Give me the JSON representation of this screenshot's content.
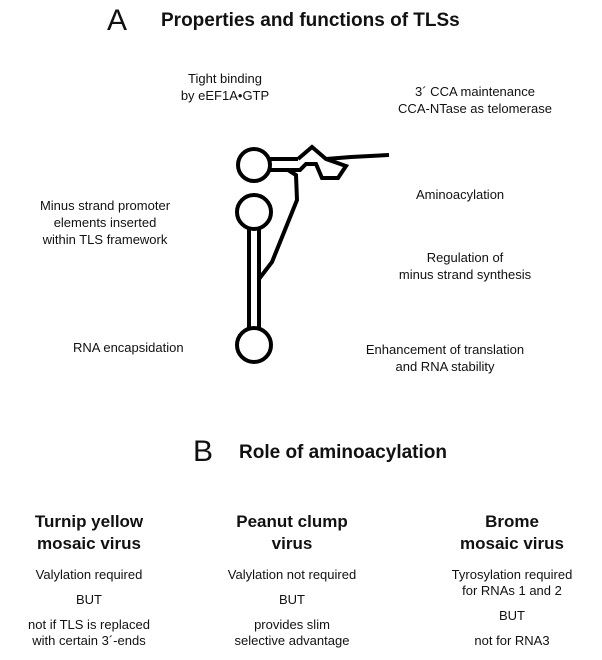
{
  "panel_a": {
    "letter": "A",
    "title": "Properties and functions of TLSs",
    "labels": {
      "tight_binding": [
        "Tight binding",
        "by eEF1A•GTP"
      ],
      "cca": [
        "3´ CCA maintenance",
        "CCA-NTase as telomerase"
      ],
      "minus_promoter": [
        "Minus strand promoter",
        "elements inserted",
        "within TLS framework"
      ],
      "aminoacylation": [
        "Aminoacylation"
      ],
      "regulation": [
        "Regulation of",
        "minus strand synthesis"
      ],
      "encapsidation": [
        "RNA encapsidation"
      ],
      "enhancement": [
        "Enhancement of translation",
        "and RNA stability"
      ]
    }
  },
  "panel_b": {
    "letter": "B",
    "title": "Role of aminoacylation",
    "viruses": [
      {
        "name": [
          "Turnip yellow",
          "mosaic virus"
        ],
        "lines": {
          "status": [
            "Valylation required"
          ],
          "but": "BUT",
          "note": [
            "not if TLS is replaced",
            "with certain 3´-ends"
          ]
        }
      },
      {
        "name": [
          "Peanut clump",
          "virus"
        ],
        "lines": {
          "status": [
            "Valylation not required"
          ],
          "but": "BUT",
          "note": [
            "provides slim",
            "selective advantage"
          ]
        }
      },
      {
        "name": [
          "Brome",
          "mosaic virus"
        ],
        "lines": {
          "status": [
            "Tyrosylation required",
            "for RNAs 1 and 2"
          ],
          "but": "BUT",
          "note": [
            "not for RNA3"
          ]
        }
      }
    ]
  }
}
